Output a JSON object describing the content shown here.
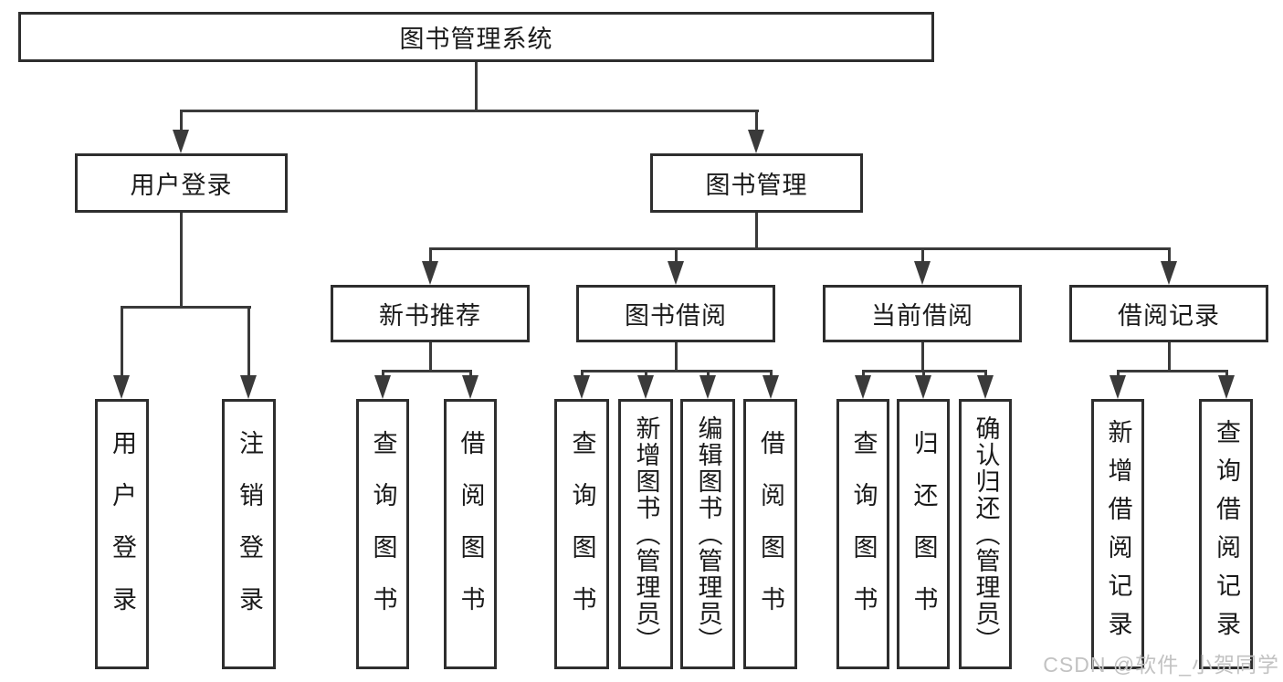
{
  "tree": {
    "root": "图书管理系统",
    "level2": [
      "用户登录",
      "图书管理"
    ],
    "level3": [
      "新书推荐",
      "图书借阅",
      "当前借阅",
      "借阅记录"
    ],
    "leaves": {
      "login": [
        "用户登录",
        "注销登录"
      ],
      "newbook": [
        "查询图书",
        "借阅图书"
      ],
      "borrow": [
        "查询图书",
        "新增图书（管理员）",
        "编辑图书（管理员）",
        "借阅图书"
      ],
      "current": [
        "查询图书",
        "归还图书",
        "确认归还（管理员）"
      ],
      "records": [
        "新增借阅记录",
        "查询借阅记录"
      ]
    }
  },
  "watermark": {
    "text": "CSDN @软件_小贺同学"
  },
  "colors": {
    "line": "#3a3a3a",
    "border": "#2e2e2e",
    "text": "#1a1a1a",
    "watermark": "#c2c2c2",
    "background": "#ffffff"
  }
}
